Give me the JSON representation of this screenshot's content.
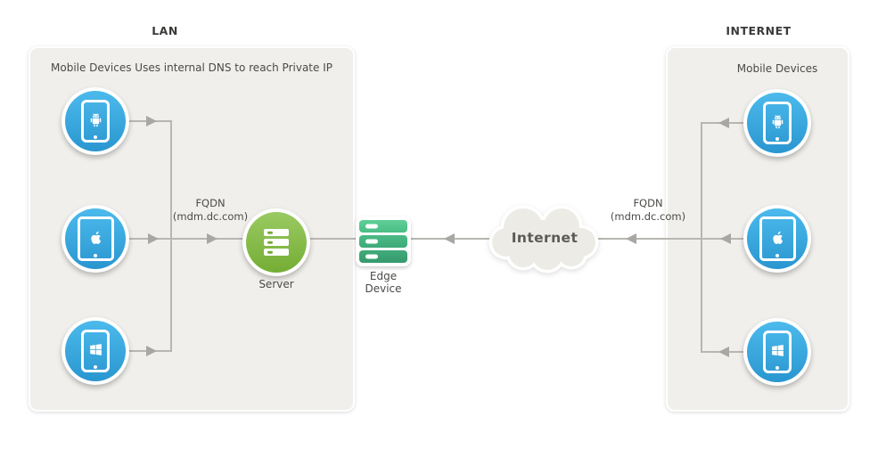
{
  "titles": {
    "lan": "LAN",
    "internet": "INTERNET"
  },
  "lan_panel": {
    "subtitle": "Mobile Devices Uses internal DNS to reach Private IP",
    "fqdn": {
      "line1": "FQDN",
      "line2": "(mdm.dc.com)"
    },
    "server_label": "Server",
    "device_icons": [
      "android-phone",
      "apple-tablet",
      "windows-phone"
    ]
  },
  "middle": {
    "edge_device_label": "Edge Device",
    "cloud_label": "Internet"
  },
  "internet_panel": {
    "subtitle": "Mobile Devices",
    "fqdn": {
      "line1": "FQDN",
      "line2": "(mdm.dc.com)"
    },
    "device_icons": [
      "android-phone",
      "apple-tablet",
      "windows-phone"
    ]
  },
  "connections": [
    {
      "from": "lan-android-device",
      "to": "lan-bus",
      "arrow": "right"
    },
    {
      "from": "lan-apple-device",
      "to": "server",
      "arrow": "right",
      "label": "FQDN (mdm.dc.com)"
    },
    {
      "from": "lan-windows-device",
      "to": "lan-bus",
      "arrow": "right"
    },
    {
      "from": "server",
      "to": "edge-device",
      "arrow": "none"
    },
    {
      "from": "internet-cloud",
      "to": "edge-device",
      "arrow": "left"
    },
    {
      "from": "net-apple-device",
      "to": "internet-cloud",
      "arrow": "left",
      "label": "FQDN (mdm.dc.com)"
    },
    {
      "from": "net-android-device",
      "to": "net-bus",
      "arrow": "left"
    },
    {
      "from": "net-windows-device",
      "to": "net-bus",
      "arrow": "left"
    }
  ],
  "colors": {
    "panel_bg": "#f0efeb",
    "device_blue_top": "#4cbaec",
    "device_blue_bottom": "#2a96d0",
    "server_green_top": "#9aca62",
    "server_green_bottom": "#74ad35",
    "edge_bar_light": "#55c690",
    "edge_bar_dark": "#389f72",
    "line_gray": "#b8b6b2",
    "arrow_gray": "#a9a7a3",
    "cloud_bg": "#ecebe5",
    "text": "#4c4c4a"
  }
}
